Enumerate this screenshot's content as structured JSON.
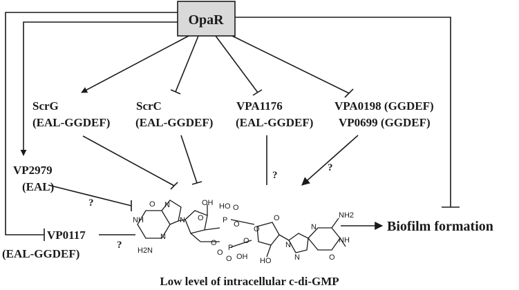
{
  "regulator": {
    "label": "OpaR",
    "fill": "#d9d9d9"
  },
  "nodes": {
    "scrg": {
      "name": "ScrG",
      "domain": "(EAL-GGDEF)"
    },
    "scrc": {
      "name": "ScrC",
      "domain": "(EAL-GGDEF)"
    },
    "vpa1176": {
      "name": "VPA1176",
      "domain": "(EAL-GGDEF)"
    },
    "vpa0198": {
      "line1": "VPA0198 (GGDEF)",
      "line2": "VP0699 (GGDEF)"
    },
    "vp2979": {
      "name": "VP2979",
      "domain": "(EAL)"
    },
    "vp0117": {
      "name": "VP0117",
      "domain": "(EAL-GGDEF)"
    }
  },
  "unknown_marks": [
    "?",
    "?",
    "?",
    "?"
  ],
  "molecule": {
    "caption": "Low level of intracellular c-di-GMP",
    "atoms": [
      "N",
      "N",
      "NH",
      "H2N",
      "N",
      "O",
      "OH",
      "O",
      "P",
      "HO",
      "O",
      "O",
      "O",
      "O",
      "O",
      "P",
      "O",
      "OH",
      "O",
      "HO",
      "NH2",
      "N",
      "NH",
      "N",
      "N",
      "O",
      "O"
    ]
  },
  "outcome": "Biofilm formation"
}
